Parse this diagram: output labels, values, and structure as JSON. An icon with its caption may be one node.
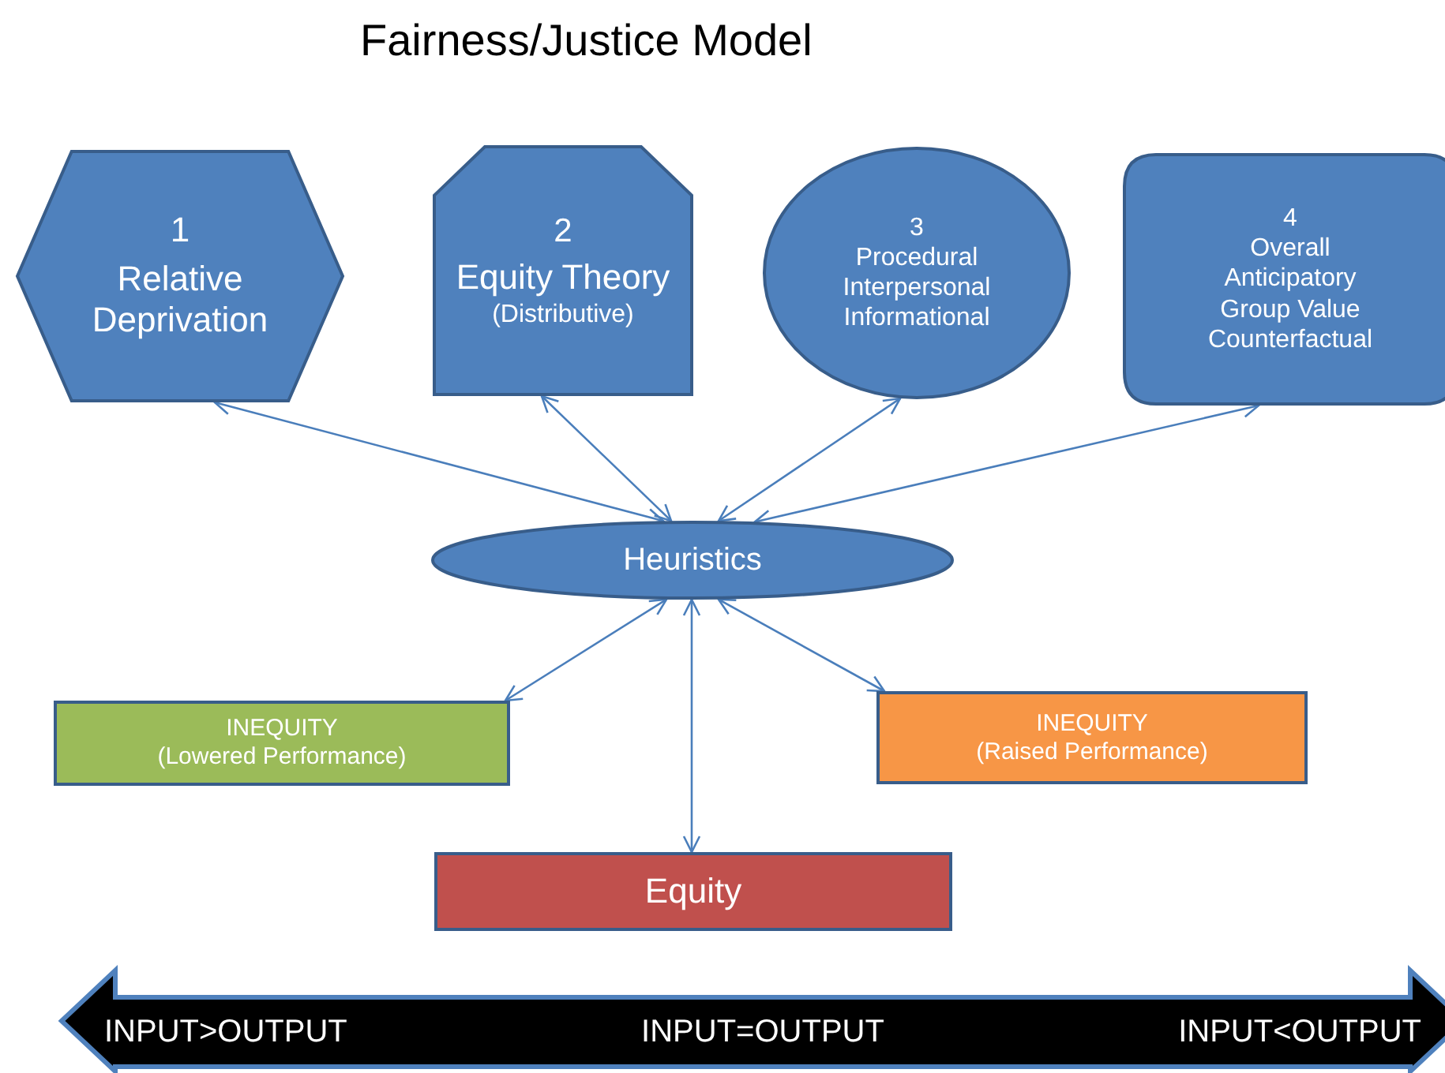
{
  "diagram": {
    "title": "Fairness/Justice Model",
    "nodes": [
      {
        "text": [
          "1",
          "Relative Deprivation"
        ]
      },
      {
        "text": [
          "2",
          "Equity Theory",
          "(Distributive)"
        ]
      },
      {
        "text": [
          "3",
          "Procedural",
          "Interpersonal",
          "Informational"
        ]
      },
      {
        "text": [
          "4",
          "Overall",
          "Anticipatory",
          "Group Value",
          "Counterfactual"
        ]
      },
      {
        "text": [
          "Heuristics"
        ]
      },
      {
        "text": [
          "INEQUITY",
          "(Lowered Performance)"
        ]
      },
      {
        "text": [
          "INEQUITY",
          "(Raised Performance)"
        ]
      },
      {
        "text": [
          "Equity"
        ]
      },
      {
        "text": [
          "INPUT>OUTPUT",
          "INPUT=OUTPUT",
          "INPUT<OUTPUT"
        ]
      }
    ],
    "edges": [
      {
        "from": 4,
        "to": 0,
        "arrow": "both"
      },
      {
        "from": 4,
        "to": 1,
        "arrow": "both"
      },
      {
        "from": 4,
        "to": 2,
        "arrow": "both"
      },
      {
        "from": 4,
        "to": 3,
        "arrow": "both"
      },
      {
        "from": 4,
        "to": 5,
        "arrow": "both"
      },
      {
        "from": 4,
        "to": 7,
        "arrow": "both"
      },
      {
        "from": 4,
        "to": 6,
        "arrow": "both"
      }
    ]
  }
}
